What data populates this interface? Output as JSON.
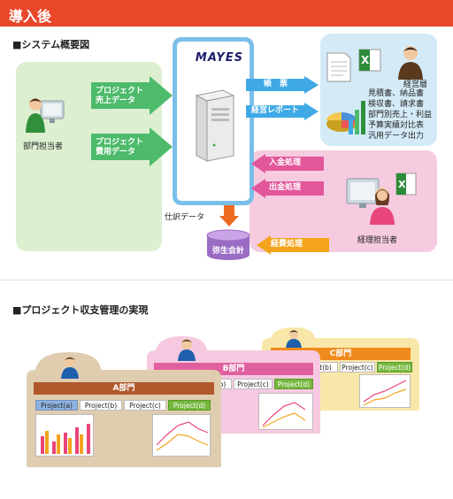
{
  "header": {
    "title": "導入後"
  },
  "section1": {
    "title": "■システム概要図"
  },
  "section2": {
    "title": "■プロジェクト収支管理の実現"
  },
  "left": {
    "person_label": "部門担当者",
    "arrow1": "プロジェクト\n売上データ",
    "arrow2": "プロジェクト\n費用データ"
  },
  "server": {
    "logo": "MAYES"
  },
  "right_top": {
    "arrow1": "帳　票",
    "arrow2": "経営レポート",
    "person_label": "経営層",
    "list": [
      "見積書、納品書",
      "検収書、請求書",
      "部門別売上・利益",
      "予算実績対比表",
      "汎用データ出力"
    ]
  },
  "right_bottom": {
    "arrow1": "入金処理",
    "arrow2": "出金処理",
    "person_label": "経理担当者",
    "arrow3": "経費処理"
  },
  "journal": {
    "label": "仕訳データ"
  },
  "yayoi": {
    "label": "弥生会計"
  },
  "departments": {
    "a": {
      "name": "A部門",
      "projects": [
        "Project(a)",
        "Project(b)",
        "Project(c)",
        "Project(d)"
      ]
    },
    "b": {
      "name": "B部門",
      "projects": [
        "(b)",
        "Project(c)",
        "Project(d)"
      ]
    },
    "c": {
      "name": "C部門",
      "projects": [
        "ct(b)",
        "Project(c)",
        "Project(d)"
      ]
    }
  },
  "colors": {
    "header": "#e8472a",
    "green_arrow": "#4dbb6b",
    "blue_arrow": "#3fa9e6",
    "pink_arrow": "#e2579a",
    "orange_arrow": "#f3a41c",
    "dept_a": "#b0582b",
    "dept_b": "#e0609f",
    "dept_c": "#f08a1c"
  }
}
